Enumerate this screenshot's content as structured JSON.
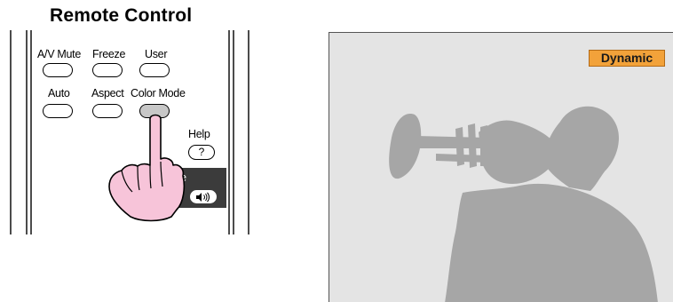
{
  "title": "Remote Control",
  "remote": {
    "buttons": [
      {
        "label": "A/V Mute"
      },
      {
        "label": "Freeze"
      },
      {
        "label": "User"
      },
      {
        "label": "Auto"
      },
      {
        "label": "Aspect"
      },
      {
        "label": "Color Mode",
        "pressed": true
      }
    ],
    "help": {
      "label": "Help",
      "key": "?"
    },
    "volume": {
      "label": "olume",
      "key_icon": "speaker-icon"
    }
  },
  "screen": {
    "mode_badge": "Dynamic",
    "badge_color": "#f2a23a",
    "image": "trumpet-player-silhouette"
  }
}
